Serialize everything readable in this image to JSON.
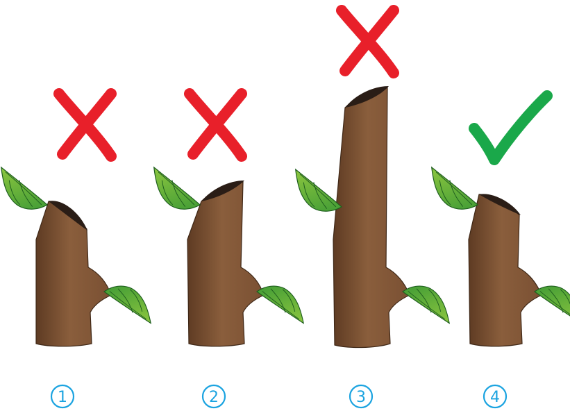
{
  "colors": {
    "wrong": "#e8202a",
    "correct": "#1aa84a",
    "number": "#1aa3e0",
    "bark_dark": "#5e3b23",
    "bark_light": "#8a5e3c",
    "cut_face": "#2a1d16",
    "leaf_dark": "#2f8a2e",
    "leaf_light": "#8cc63f"
  },
  "cuts": [
    {
      "number": "1",
      "mark": "cross",
      "mark_icon": "x-mark-icon"
    },
    {
      "number": "2",
      "mark": "cross",
      "mark_icon": "x-mark-icon"
    },
    {
      "number": "3",
      "mark": "cross",
      "mark_icon": "x-mark-icon"
    },
    {
      "number": "4",
      "mark": "check",
      "mark_icon": "checkmark-icon"
    }
  ]
}
